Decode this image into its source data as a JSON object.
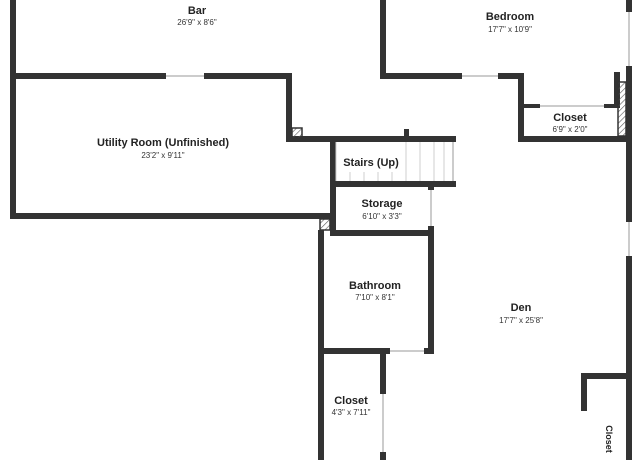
{
  "rooms": {
    "bar": {
      "name": "Bar",
      "dims": "26'9\" x 8'6\""
    },
    "bedroom": {
      "name": "Bedroom",
      "dims": "17'7\" x 10'9\""
    },
    "closet_bedroom": {
      "name": "Closet",
      "dims": "6'9\" x 2'0\""
    },
    "utility": {
      "name": "Utility Room (Unfinished)",
      "dims": "23'2\" x 9'11\""
    },
    "stairs": {
      "name": "Stairs (Up)"
    },
    "storage": {
      "name": "Storage",
      "dims": "6'10\" x 3'3\""
    },
    "bathroom": {
      "name": "Bathroom",
      "dims": "7'10\" x 8'1\""
    },
    "den": {
      "name": "Den",
      "dims": "17'7\" x 25'8\""
    },
    "closet_lower": {
      "name": "Closet",
      "dims": "4'3\" x 7'11\""
    },
    "closet_right": {
      "name": "Closet"
    }
  },
  "colors": {
    "wall": "#333333",
    "background": "#ffffff",
    "hatch": "#555555"
  }
}
